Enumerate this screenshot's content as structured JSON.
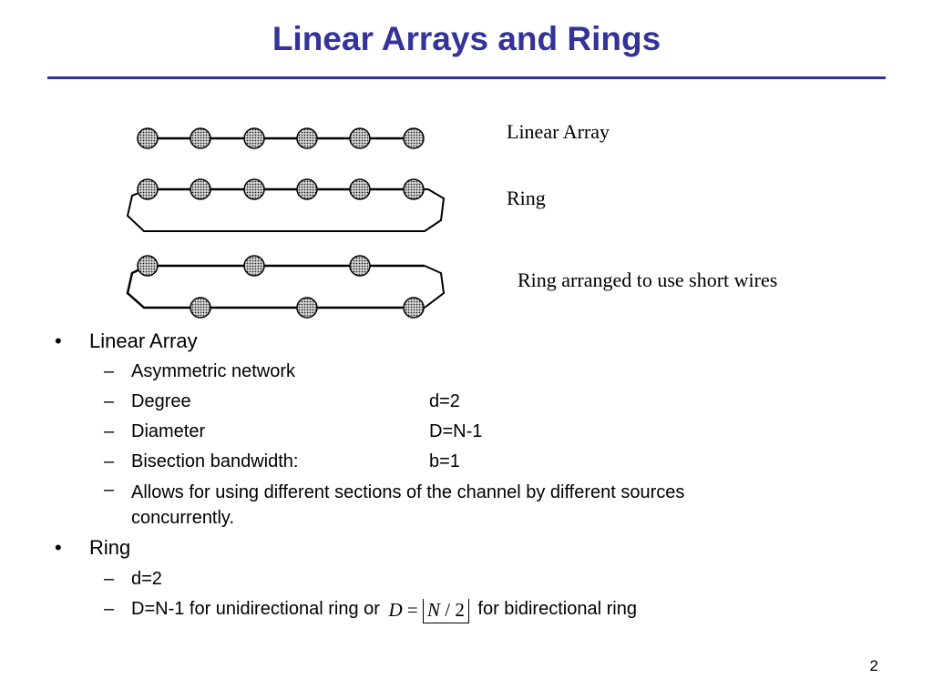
{
  "title": "Linear Arrays and Rings",
  "labels": {
    "linear": "Linear Array",
    "ring": "Ring",
    "ring_short": "Ring arranged to use short wires"
  },
  "bullets": {
    "b1": "Linear Array",
    "s1": "Asymmetric network",
    "s2": "Degree",
    "s2v": "d=2",
    "s3": "Diameter",
    "s3v": "D=N-1",
    "s4": "Bisection bandwidth:",
    "s4v": "b=1",
    "s5": "Allows for using different sections of the channel by different sources concurrently.",
    "b2": "Ring",
    "r1": "d=2",
    "r2a": "D=N-1 for unidirectional ring or",
    "r2b": "for bidirectional ring"
  },
  "formula": {
    "lhs": "D",
    "eq": "=",
    "num": "N",
    "op": "/",
    "den": "2"
  },
  "bullet_symbol": "•",
  "dash_symbol": "–",
  "page_number": "2",
  "colors": {
    "accent": "#333399",
    "node_fill": "#9a9a9a"
  }
}
